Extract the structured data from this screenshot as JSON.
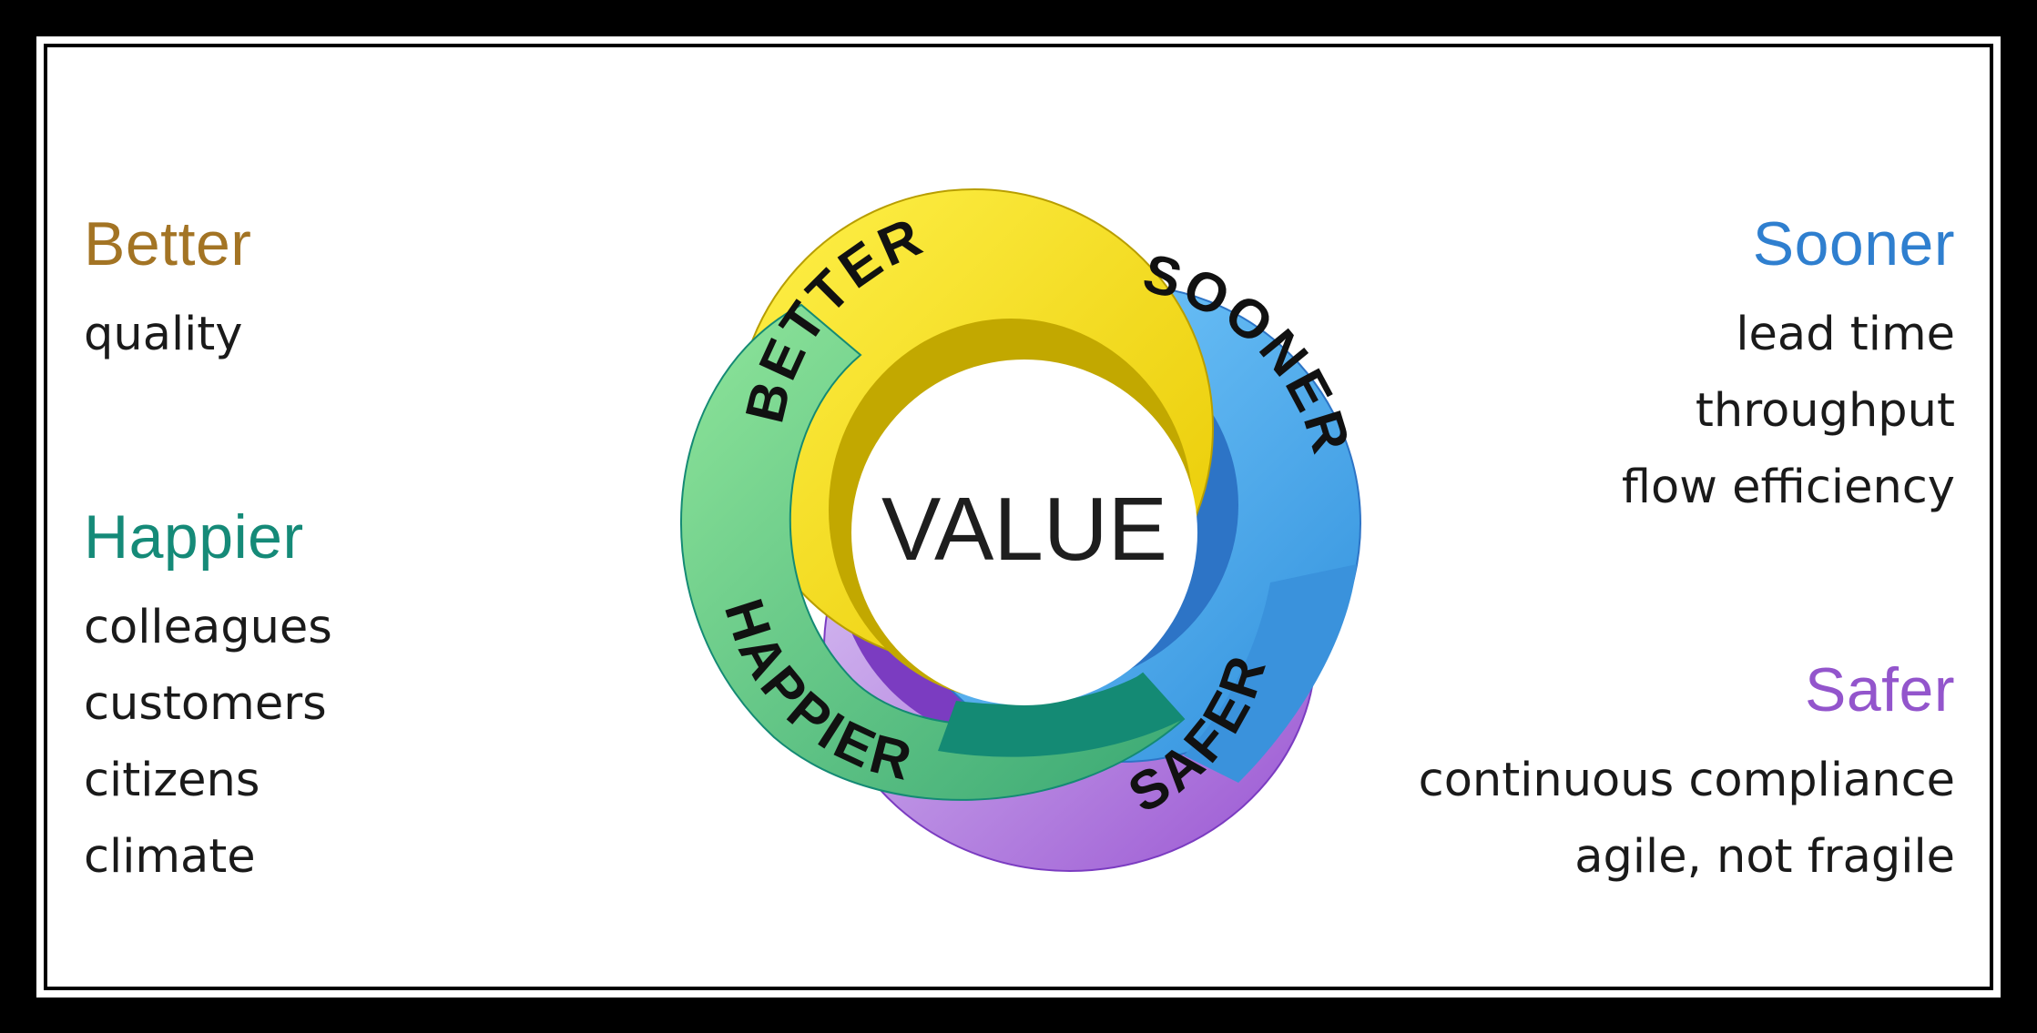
{
  "diagram": {
    "center_label": "VALUE",
    "ring_labels": {
      "better": "BETTER",
      "sooner": "SOONER",
      "safer": "SAFER",
      "happier": "HAPPIER"
    },
    "colors": {
      "better": "#f5e100",
      "sooner": "#4db2ee",
      "safer": "#a867d6",
      "happier": "#6fd38c",
      "inner_better": "#c2a800",
      "inner_sooner": "#2d74c6",
      "inner_safer": "#7b3cc1",
      "inner_happier": "#148a74"
    }
  },
  "panels": {
    "better": {
      "heading": "Better",
      "items": [
        "quality"
      ],
      "color": "#a37424"
    },
    "happier": {
      "heading": "Happier",
      "items": [
        "colleagues",
        "customers",
        "citizens",
        "climate"
      ],
      "color": "#158a78"
    },
    "sooner": {
      "heading": "Sooner",
      "items": [
        "lead time",
        "throughput",
        "flow efficiency"
      ],
      "color": "#2f7fcf"
    },
    "safer": {
      "heading": "Safer",
      "items": [
        "continuous compliance",
        "agile, not fragile"
      ],
      "color": "#9355cc"
    }
  }
}
